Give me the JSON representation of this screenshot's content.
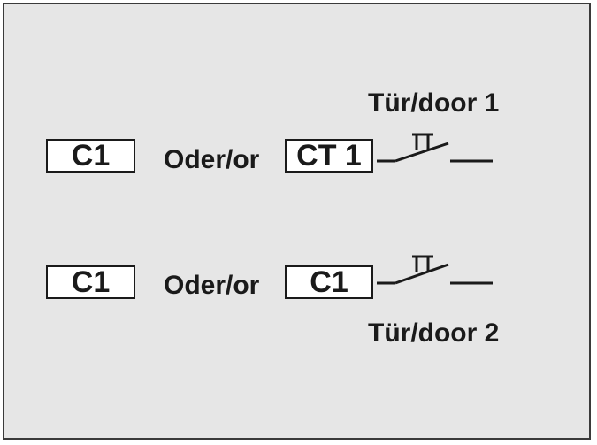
{
  "row1": {
    "left_box": "C1",
    "connector": "Oder/or",
    "right_box": "CT 1",
    "switch_label": "Tür/door 1"
  },
  "row2": {
    "left_box": "C1",
    "connector": "Oder/or",
    "right_box": "C1",
    "switch_label": "Tür/door 2"
  },
  "colors": {
    "panel": "#e6e6e6",
    "stroke": "#1a1a1a",
    "box_fill": "#ffffff"
  }
}
